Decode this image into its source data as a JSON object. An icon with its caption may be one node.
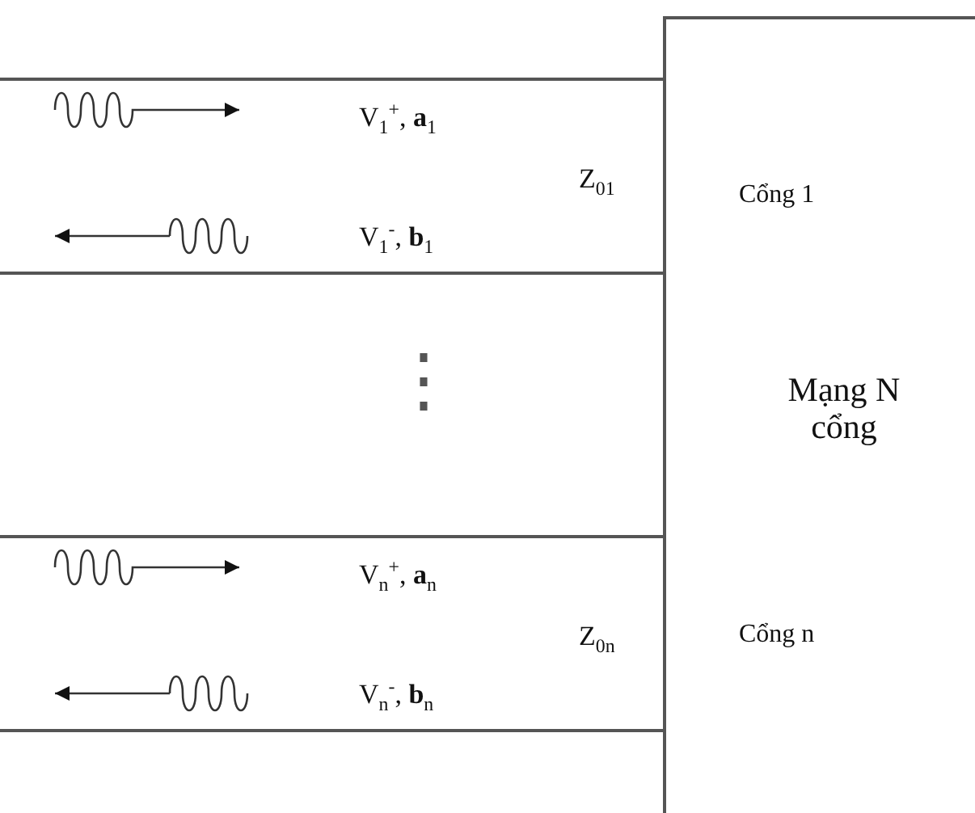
{
  "diagram": {
    "nodes": [
      {
        "text": [
          "Cổng 1",
          "Mạng N cổng",
          "Cổng n"
        ]
      },
      {
        "text": [
          "V$_{1}$$^{+}$, **a**$_{1}$",
          "V$_{1}$$^{-}$, **b**$_{1}$",
          "Z$_{01}$"
        ]
      },
      {
        "text": [
          "V$_{n}$$^{+}$, **a**$_{n}$",
          "V$_{n}$$^{-}$, **b**$_{n}$",
          "Z$_{0n}$"
        ]
      }
    ],
    "labels": [
      "⋮"
    ]
  }
}
